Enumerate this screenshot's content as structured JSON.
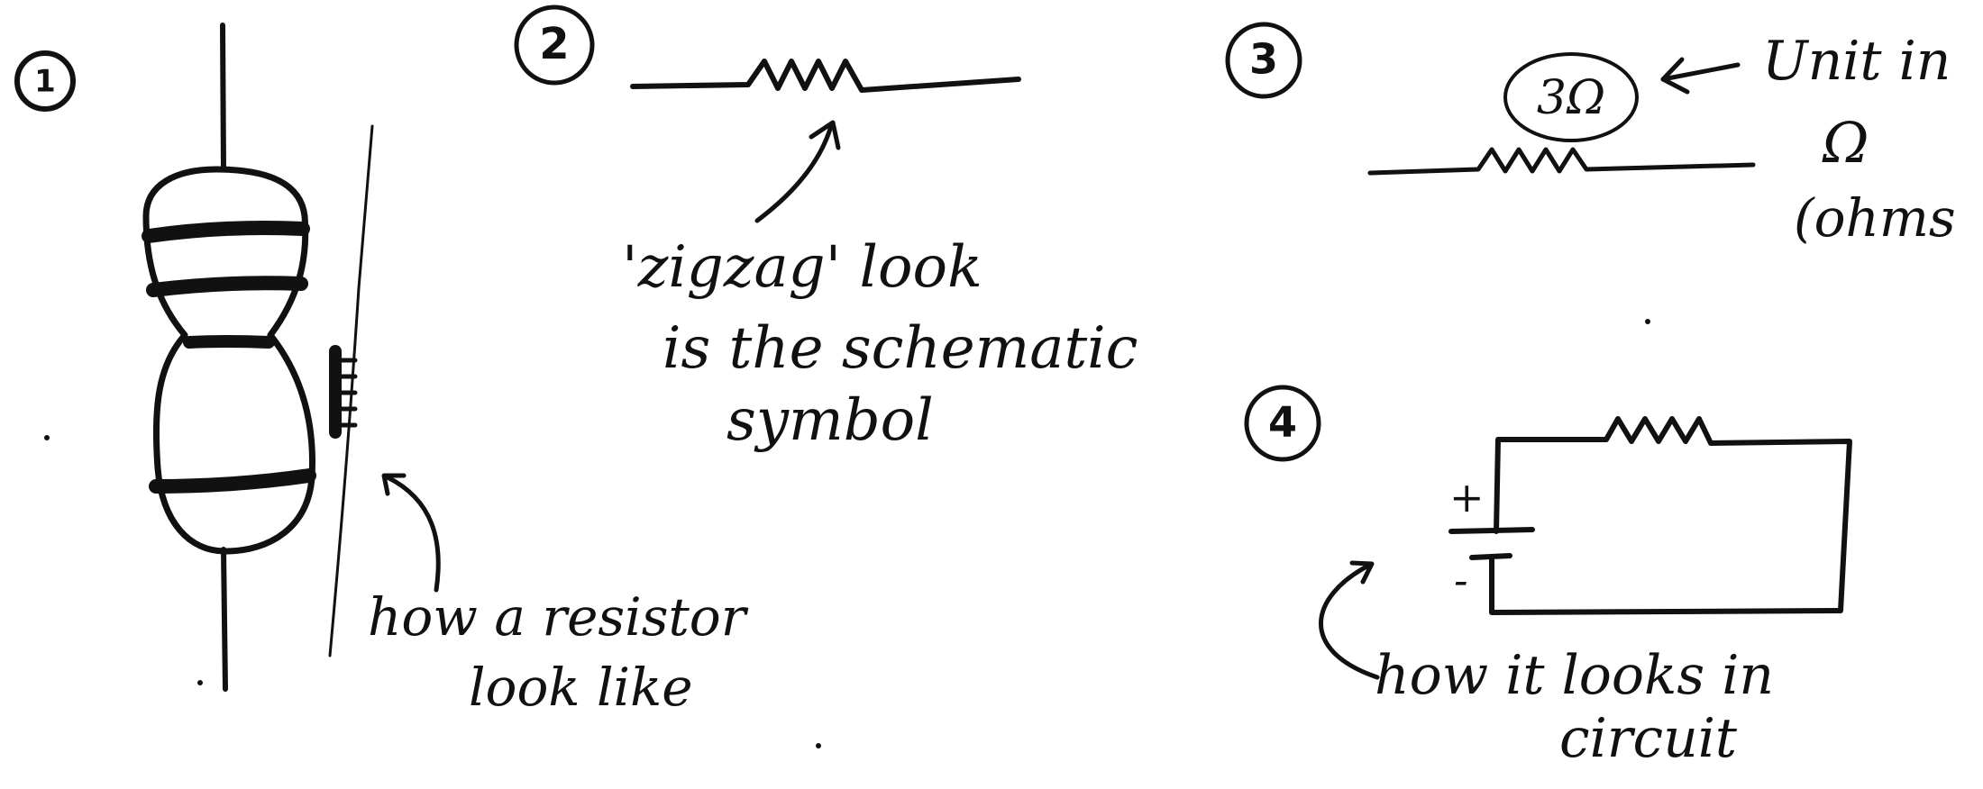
{
  "panels": {
    "p1": {
      "number": "1",
      "caption_line1": "how a resistor",
      "caption_line2": "look like"
    },
    "p2": {
      "number": "2",
      "line1": "'zigzag' look",
      "line2": "is the schematic",
      "line3": "symbol"
    },
    "p3": {
      "number": "3",
      "value": "3Ω",
      "unit_line1": "Unit in",
      "unit_symbol": "Ω",
      "unit_name": "(ohms"
    },
    "p4": {
      "number": "4",
      "plus": "+",
      "minus": "-",
      "caption_line1": "how it looks in",
      "caption_line2": "circuit"
    }
  },
  "colors": {
    "ink": "#111111",
    "background": "#ffffff"
  }
}
